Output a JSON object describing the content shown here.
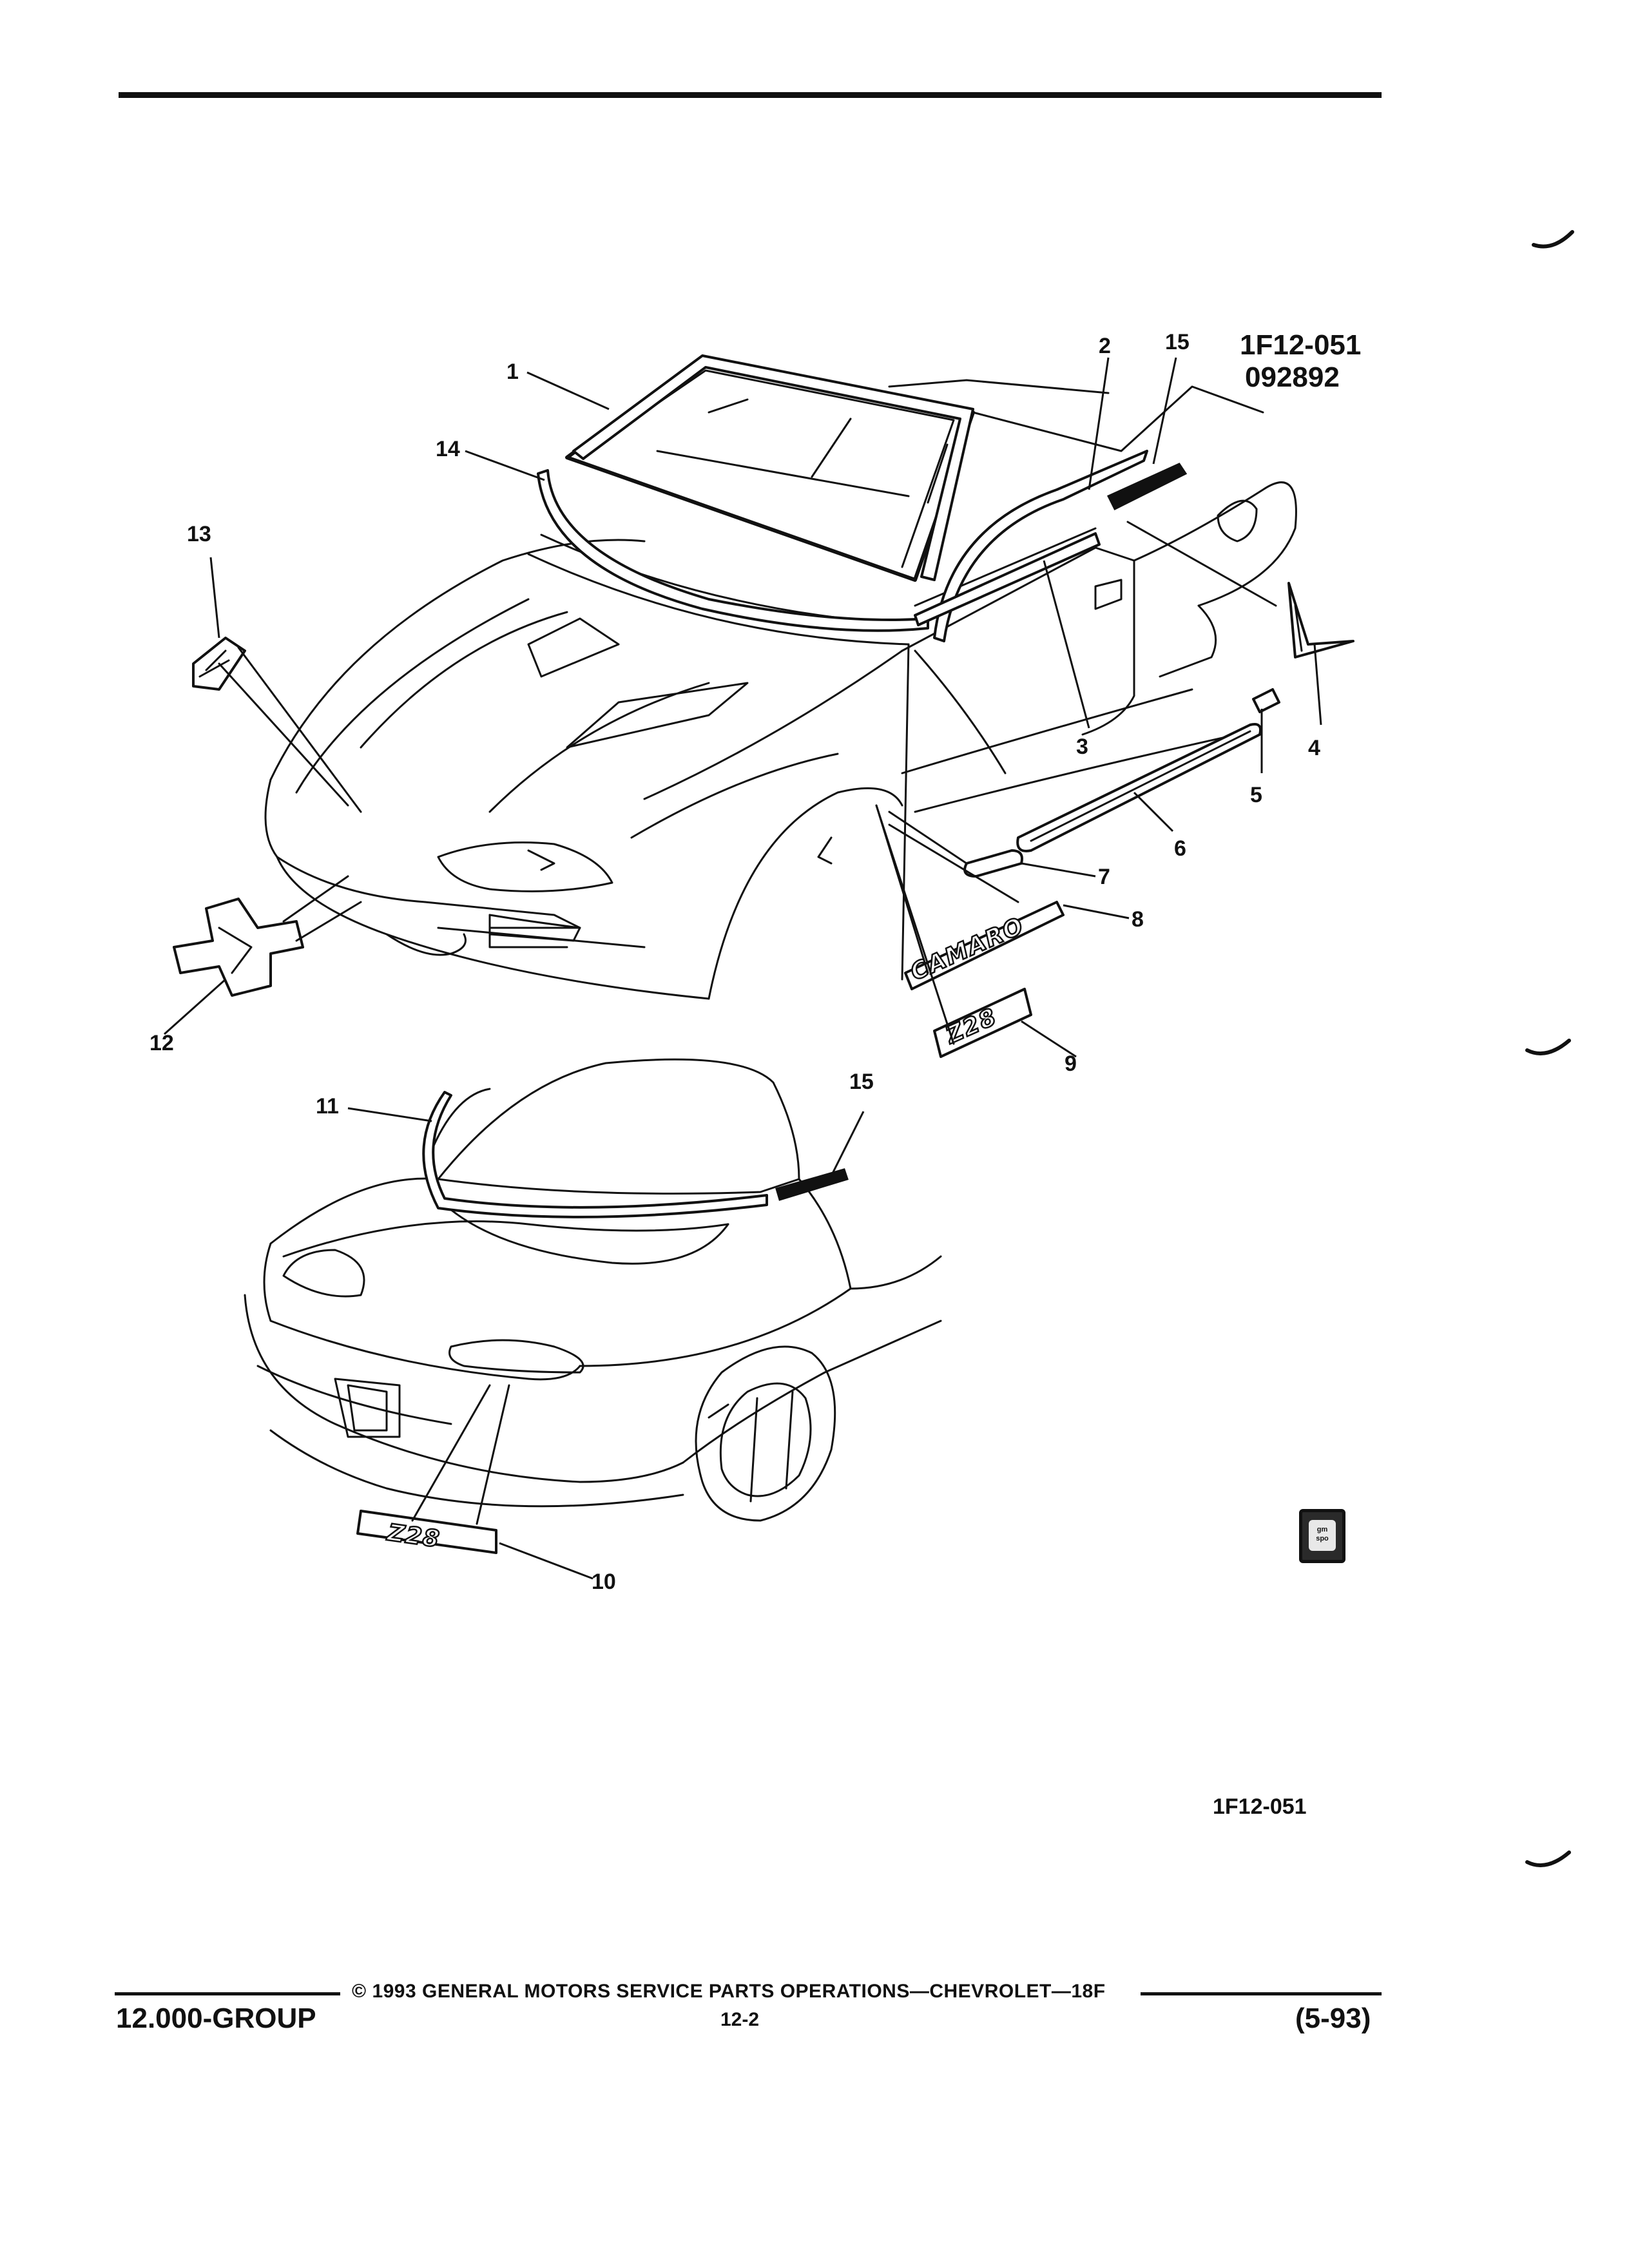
{
  "figure": {
    "code_top": "1F12-051",
    "date_code": "092892",
    "code_bottom": "1F12-051"
  },
  "callouts": [
    {
      "id": "1",
      "label": "1"
    },
    {
      "id": "2",
      "label": "2"
    },
    {
      "id": "3",
      "label": "3"
    },
    {
      "id": "4",
      "label": "4"
    },
    {
      "id": "5",
      "label": "5"
    },
    {
      "id": "6",
      "label": "6"
    },
    {
      "id": "7",
      "label": "7"
    },
    {
      "id": "8",
      "label": "8"
    },
    {
      "id": "9",
      "label": "9"
    },
    {
      "id": "10",
      "label": "10"
    },
    {
      "id": "11",
      "label": "11"
    },
    {
      "id": "12",
      "label": "12"
    },
    {
      "id": "13",
      "label": "13"
    },
    {
      "id": "14",
      "label": "14"
    },
    {
      "id": "15a",
      "label": "15"
    },
    {
      "id": "15b",
      "label": "15"
    }
  ],
  "badges": {
    "camaro": "CAMARO",
    "z28_side": "Z28",
    "z28_rear": "Z28"
  },
  "logo": {
    "text_top": "gm",
    "text_bottom": "spo"
  },
  "footer": {
    "copyright": "© 1993 GENERAL MOTORS SERVICE PARTS OPERATIONS—CHEVROLET—18F",
    "group": "12.000-GROUP",
    "page": "12-2",
    "date": "(5-93)"
  }
}
